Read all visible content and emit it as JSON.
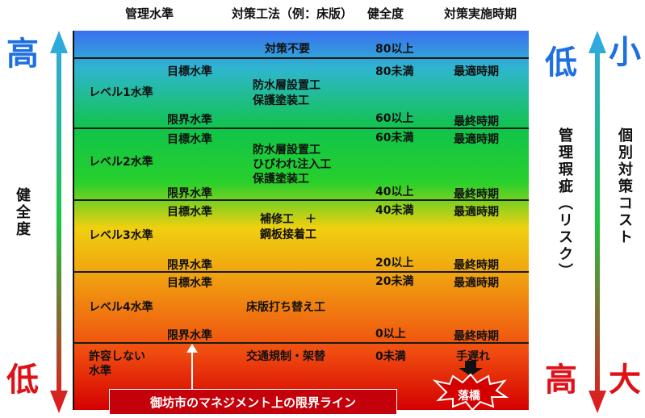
{
  "headers": {
    "level": "管理水準",
    "method": "対策工法（例：床版）",
    "health": "健全度",
    "timing": "対策実施時期"
  },
  "left_axis": {
    "top": "高",
    "bottom": "低",
    "label": "健全度"
  },
  "right_axis_1": {
    "top": "低",
    "bottom": "高",
    "label": "管理瑕疵（リスク）"
  },
  "right_axis_2": {
    "top": "小",
    "bottom": "大",
    "label": "個別対策コスト"
  },
  "rows": {
    "none": {
      "method": "対策不要",
      "health": "80以上"
    },
    "l1": {
      "target": "目標水準",
      "name": "レベル1水準",
      "limit": "限界水準",
      "method": [
        "防水層設置工",
        "保護塗装工"
      ],
      "health_top": "80未満",
      "health_bottom": "60以上",
      "timing_top": "最適時期",
      "timing_bottom": "最終時期"
    },
    "l2": {
      "target": "目標水準",
      "name": "レベル2水準",
      "limit": "限界水準",
      "method": [
        "防水層設置工",
        "ひびわれ注入工",
        "保護塗装工"
      ],
      "health_top": "60未満",
      "health_bottom": "40以上",
      "timing_top": "最適時期",
      "timing_bottom": "最終時期"
    },
    "l3": {
      "target": "目標水準",
      "name": "レベル3水準",
      "limit": "限界水準",
      "method": [
        "補修工　＋",
        "鋼板接着工"
      ],
      "health_top": "40未満",
      "health_bottom": "20以上",
      "timing_top": "最適時期",
      "timing_bottom": "最終時期"
    },
    "l4": {
      "target": "目標水準",
      "name": "レベル4水準",
      "limit": "限界水準",
      "method": [
        "床版打ち替え工"
      ],
      "health_top": "20未満",
      "health_bottom": "0以上",
      "timing_top": "最適時期",
      "timing_bottom": "最終時期"
    },
    "unacceptable": {
      "name": [
        "許容しない",
        "水準"
      ],
      "method": "交通規制・架替",
      "health": "0未満",
      "timing": "手遅れ",
      "burst": "落橋"
    }
  },
  "limit_line_label": "御坊市のマネジメント上の限界ライン",
  "colors": {
    "arrow_top": "#30a8e8",
    "arrow_mid": "#1cc640",
    "arrow_bottom": "#e8141e",
    "big_text": "#1e6fe0",
    "big_text_bottom": "#e01018",
    "label_bg": "#c4000a"
  }
}
